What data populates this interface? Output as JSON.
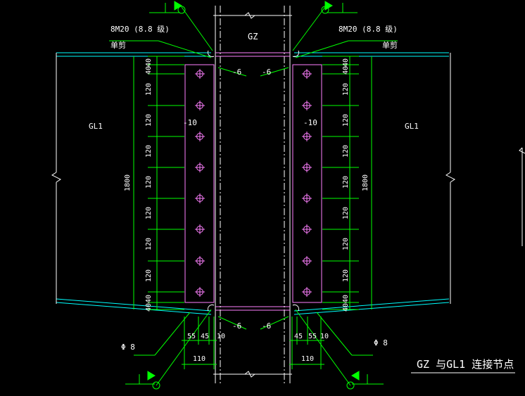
{
  "title": "GZ 与GL1 连接节点",
  "column_label": "GZ",
  "beam_label_left": "GL1",
  "beam_label_right": "GL1",
  "bolt_spec_left": "8M20 (8.8 级)",
  "bolt_spec_right": "8M20 (8.8 级)",
  "bolt_note_left": "单剪",
  "bolt_note_right": "单剪",
  "stiffener_top_left": "-6",
  "stiffener_top_right": "-6",
  "stiffener_bottom_left": "-6",
  "stiffener_bottom_right": "-6",
  "plate_left": "-10",
  "plate_right": "-10",
  "beam_height_left": "1800",
  "beam_height_right": "1800",
  "weld_left": "Φ 8",
  "weld_right": "Φ 8",
  "dims_left": [
    "40",
    "40",
    "120",
    "120",
    "120",
    "120",
    "120",
    "120",
    "120",
    "40",
    "40"
  ],
  "dims_right": [
    "40",
    "40",
    "120",
    "120",
    "120",
    "120",
    "120",
    "120",
    "120",
    "40",
    "40"
  ],
  "bottom_dims_left": [
    "55",
    "45",
    "10"
  ],
  "bottom_dims_right": [
    "45",
    "55",
    "10"
  ],
  "bottom_total_left": "110",
  "bottom_total_right": "110",
  "colors": {
    "background": "#000000",
    "dimension": "#00ff00",
    "beam": "#00ffff",
    "plate": "#ff80ff",
    "text": "#ffffff"
  }
}
